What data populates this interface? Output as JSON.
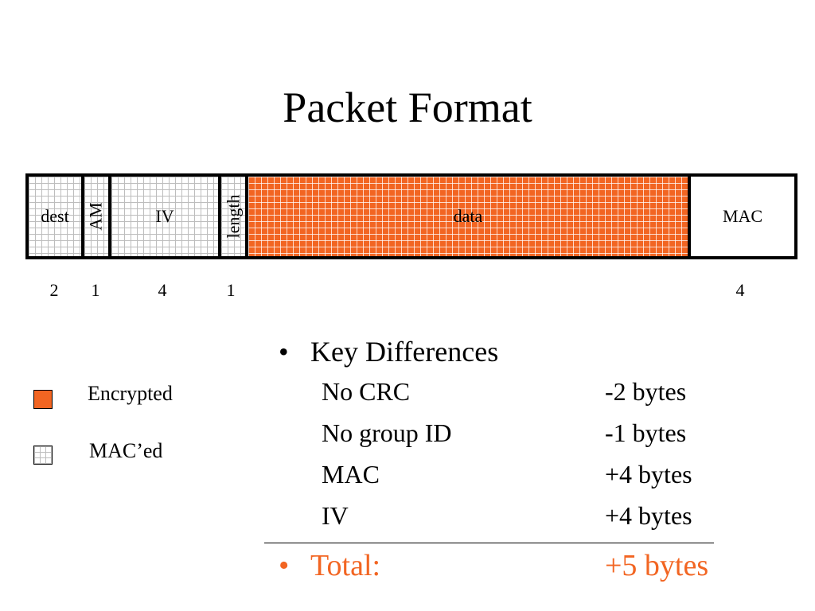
{
  "title": "Packet Format",
  "colors": {
    "encrypted": "#f26522",
    "mac_grid": "#bdbdbd"
  },
  "packet": {
    "fields": [
      {
        "label": "dest",
        "size": "2",
        "style": "grid",
        "vertical": false
      },
      {
        "label": "AM",
        "size": "1",
        "style": "grid",
        "vertical": true
      },
      {
        "label": "IV",
        "size": "4",
        "style": "grid",
        "vertical": false
      },
      {
        "label": "length",
        "size": "1",
        "style": "grid",
        "vertical": true
      },
      {
        "label": "data",
        "size": "",
        "style": "encrypted",
        "vertical": false
      },
      {
        "label": "MAC",
        "size": "4",
        "style": "plain",
        "vertical": false
      }
    ]
  },
  "legend": {
    "encrypted": {
      "label": "Encrypted",
      "icon": "orange-square-icon"
    },
    "maced": {
      "label": "MAC’ed",
      "icon": "grid-square-icon"
    }
  },
  "differences": {
    "heading": "Key Differences",
    "bullet": "•",
    "rows": [
      {
        "label": "No CRC",
        "value": "-2 bytes"
      },
      {
        "label": "No group ID",
        "value": "-1 bytes"
      },
      {
        "label": "MAC",
        "value": "+4 bytes"
      },
      {
        "label": "IV",
        "value": "+4 bytes"
      }
    ],
    "total": {
      "label": "Total:",
      "value": "+5 bytes"
    }
  }
}
